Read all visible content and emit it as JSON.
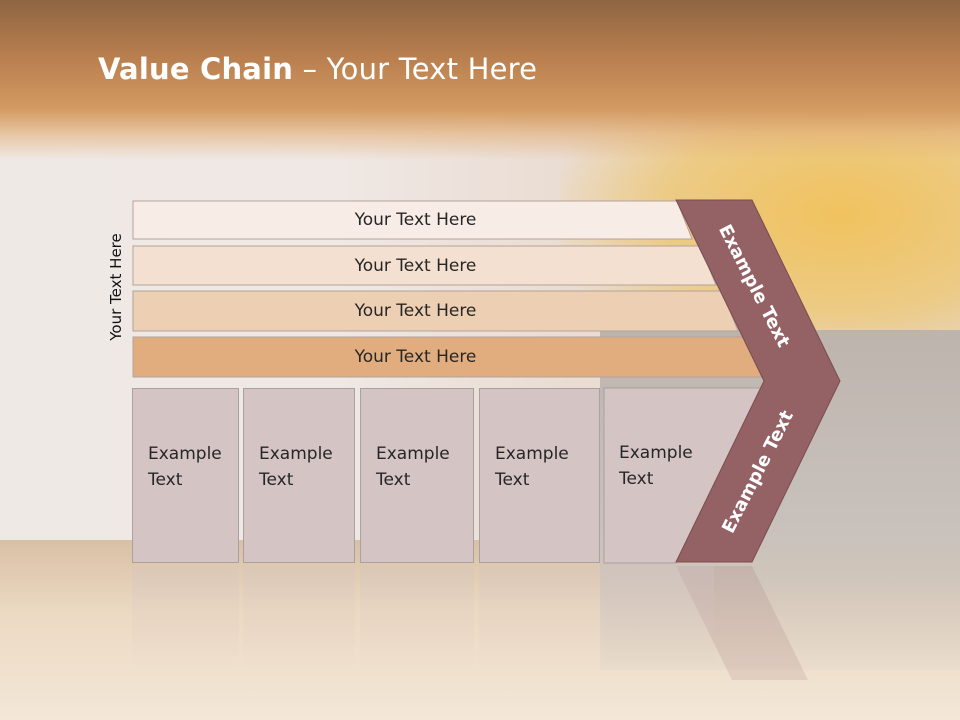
{
  "title": {
    "bold": "Value Chain",
    "rest": " – Your Text Here"
  },
  "side_label": "Your Text Here",
  "bars": [
    {
      "label": "Your Text Here"
    },
    {
      "label": "Your Text Here"
    },
    {
      "label": "Your Text Here"
    },
    {
      "label": "Your Text Here"
    }
  ],
  "boxes": [
    {
      "line1": "Example",
      "line2": "Text"
    },
    {
      "line1": "Example",
      "line2": "Text"
    },
    {
      "line1": "Example",
      "line2": "Text"
    },
    {
      "line1": "Example",
      "line2": "Text"
    },
    {
      "line1": "Example",
      "line2": "Text"
    }
  ],
  "chevron": {
    "upper_label": "Example Text",
    "lower_label": "Example Text"
  },
  "colors": {
    "bar_1": "#f8ede6",
    "bar_2": "#f4e0d0",
    "bar_3": "#edcfb3",
    "bar_4": "#e1ad7f",
    "box_fill": "#d5c4c4",
    "chevron_fill": "#946165",
    "title_text": "#ffffff"
  }
}
